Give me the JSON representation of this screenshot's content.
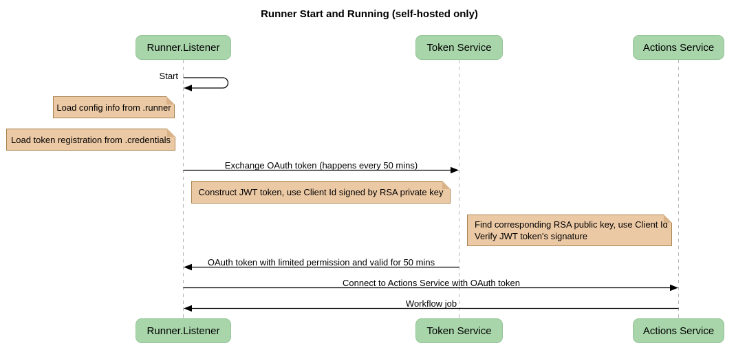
{
  "title": "Runner Start and Running (self-hosted only)",
  "actors": [
    {
      "name": "Runner.Listener"
    },
    {
      "name": "Token Service"
    },
    {
      "name": "Actions Service"
    }
  ],
  "messages": [
    {
      "label": "Start",
      "from": "Runner.Listener",
      "to": "Runner.Listener",
      "type": "self"
    },
    {
      "label": "Exchange OAuth token (happens every 50 mins)",
      "from": "Runner.Listener",
      "to": "Token Service",
      "type": "solid-arrow"
    },
    {
      "label": "OAuth token with limited permission and valid for 50 mins",
      "from": "Token Service",
      "to": "Runner.Listener",
      "type": "solid-arrow"
    },
    {
      "label": "Connect to Actions Service with OAuth token",
      "from": "Runner.Listener",
      "to": "Actions Service",
      "type": "solid-arrow"
    },
    {
      "label": "Workflow job",
      "from": "Actions Service",
      "to": "Runner.Listener",
      "type": "solid-arrow"
    }
  ],
  "notes": [
    {
      "text": "Load config info from .runner",
      "anchor": "left of Runner.Listener"
    },
    {
      "text": "Load token registration from .credentials",
      "anchor": "left of Runner.Listener"
    },
    {
      "text": "Construct JWT token, use Client Id signed by RSA private key",
      "anchor": "between Runner.Listener and Token Service"
    },
    {
      "lines": [
        "Find corresponding RSA public key, use Client Id",
        "Verify JWT token's signature"
      ],
      "anchor": "left of Actions Service"
    }
  ],
  "colors": {
    "background": "#ffffff",
    "actor_fill": "#a8d5aa",
    "actor_border": "#94c496",
    "note_fill": "#ecc9a5",
    "note_border": "#a9834f",
    "lifeline": "#b5b5b5",
    "message_line": "#000000",
    "text": "#000000"
  }
}
